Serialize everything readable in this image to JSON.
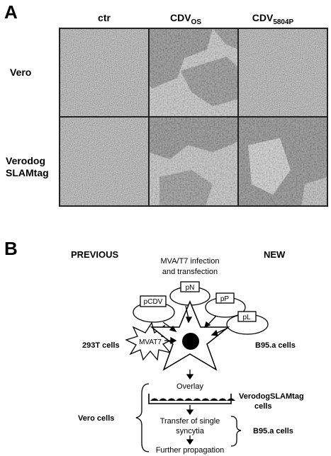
{
  "panelA": {
    "letter": "A",
    "columns": [
      {
        "main": "ctr",
        "sub": ""
      },
      {
        "main": "CDV",
        "sub": "OS"
      },
      {
        "main": "CDV",
        "sub": "5804P"
      }
    ],
    "rows": [
      {
        "lines": [
          "Vero"
        ]
      },
      {
        "lines": [
          "Verodog",
          "SLAMtag"
        ]
      }
    ]
  },
  "panelB": {
    "letter": "B",
    "previous_label": "PREVIOUS",
    "new_label": "NEW",
    "infection_lines": [
      "MVA/T7 infection",
      "and transfection"
    ],
    "plasmids": {
      "pN": "pN",
      "pCDV": "pCDV",
      "pP": "pP",
      "pL": "pL"
    },
    "mvat7": "MVAT7",
    "left_cells_top": "293T cells",
    "right_cells_top": "B95.a cells",
    "overlay": "Overlay",
    "right_overlay_lines": [
      "VerodogSLAMtag",
      "cells"
    ],
    "left_cells_bottom": "Vero cells",
    "transfer_lines": [
      "Transfer of single",
      "syncytia"
    ],
    "right_cells_bottom": "B95.a cells",
    "further": "Further propagation"
  },
  "colors": {
    "micro_bg": "#a8a8a8",
    "cytopathic": "#5f5f5f",
    "frame": "#222222"
  }
}
